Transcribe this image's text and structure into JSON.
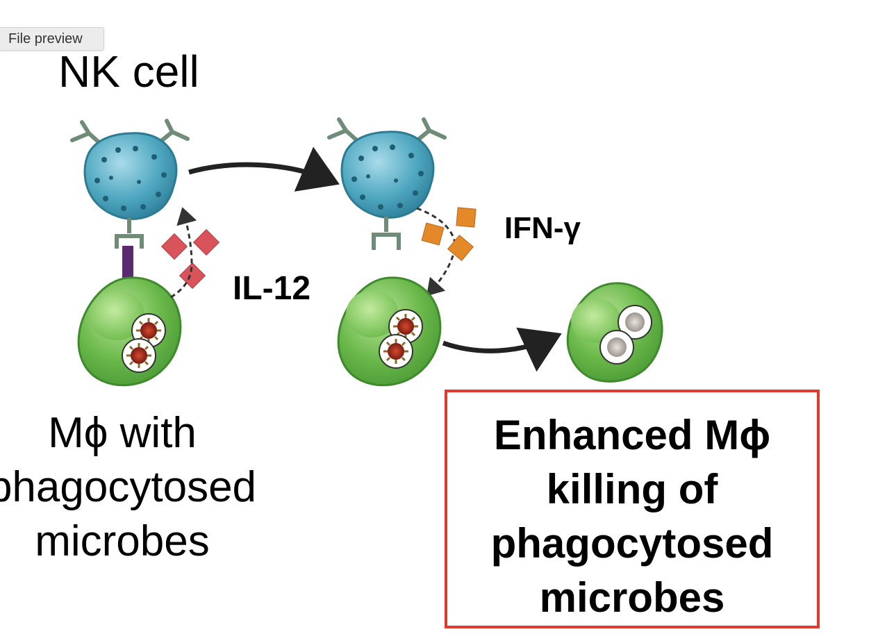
{
  "tab": {
    "label": "File preview"
  },
  "labels": {
    "nk_cell": "NK cell",
    "il12": "IL-12",
    "ifn": "IFN-γ",
    "macrophage_lines": [
      "Mϕ with",
      "phagocytosed",
      "microbes"
    ]
  },
  "outcome": {
    "lines": [
      "Enhanced Mϕ",
      "killing of",
      "phagocytosed",
      "microbes"
    ],
    "border_color": "#e03a2f"
  },
  "colors": {
    "nk_cell": "#4fa7c0",
    "macrophage": "#6ab84a",
    "il12_cytokine": "#d9535a",
    "ifn_cytokine": "#e3892a",
    "receptor": "#7d9a85",
    "ligand": "#5b2a6e"
  }
}
